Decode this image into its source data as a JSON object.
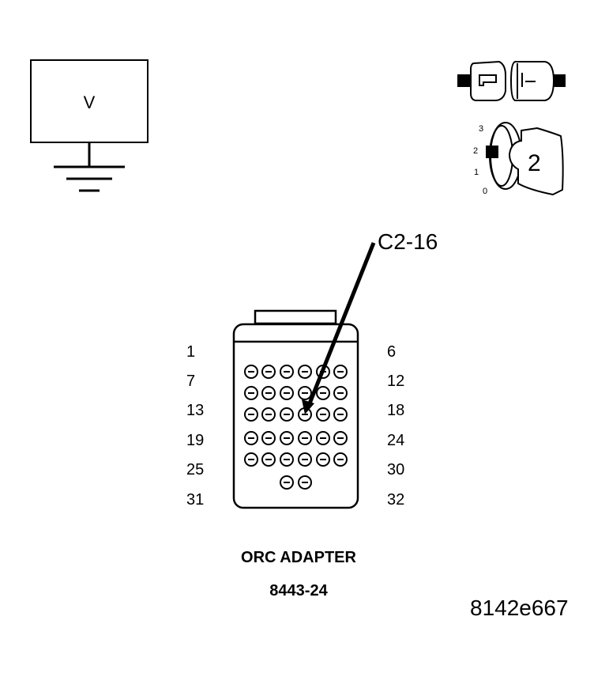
{
  "voltmeter": {
    "symbol": "V"
  },
  "ignition": {
    "position_labels": [
      "3",
      "2",
      "1",
      "0"
    ],
    "selected_position": "2"
  },
  "connector": {
    "callout": "C2-16",
    "left_pin_labels": [
      "1",
      "7",
      "13",
      "19",
      "25",
      "31"
    ],
    "right_pin_labels": [
      "6",
      "12",
      "18",
      "24",
      "30",
      "32"
    ],
    "caption_name": "ORC ADAPTER",
    "caption_part_number": "8443-24"
  },
  "figure_id": "8142e667"
}
